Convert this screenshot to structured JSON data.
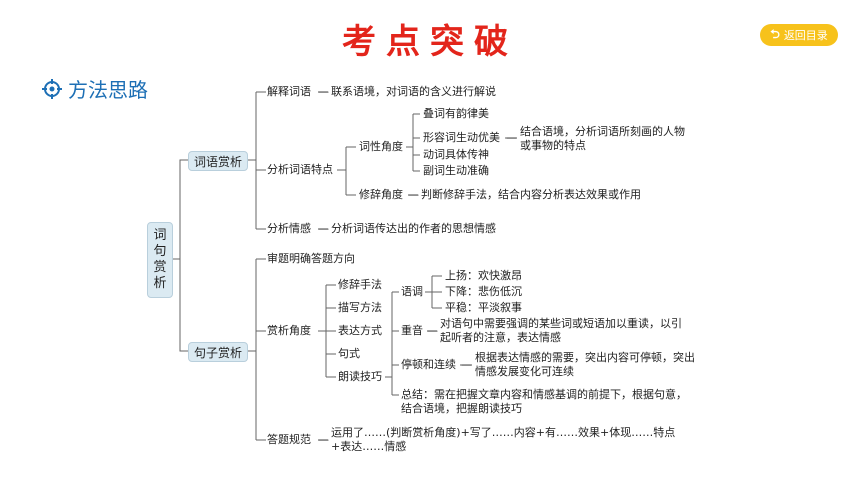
{
  "header": {
    "title": "考点突破",
    "back_button": "返回目录",
    "section_title": "方法思路"
  },
  "colors": {
    "title": "#e3251b",
    "back_button": "#f7c21b",
    "section": "#1d6fb5",
    "box": "#dbeaf2"
  },
  "icons": {
    "back": "return-arrow-icon",
    "section": "crosshair-target-icon"
  },
  "diagram": {
    "root": [
      "词",
      "句",
      "赏",
      "析"
    ],
    "word": {
      "label": "词语赏析",
      "explain": "解释词语",
      "explain_desc": "联系语境，对词语的含义进行解说",
      "features": "分析词语特点",
      "pos": "词性角度",
      "pos_items": [
        "叠词有韵律美",
        "形容词生动优美",
        "动词具体传神",
        "副词生动准确"
      ],
      "adj_desc": "结合语境，分析词语所刻画的人物或事物的特点",
      "rhetoric": "修辞角度",
      "rhetoric_desc": "判断修辞手法，结合内容分析表达效果或作用",
      "emotion": "分析情感",
      "emotion_desc": "分析词语传达出的作者的思想情感"
    },
    "sentence": {
      "label": "句子赏析",
      "question": "审题明确答题方向",
      "angle": "赏析角度",
      "angle_items": [
        "修辞手法",
        "描写方法",
        "表达方式",
        "句式",
        "朗读技巧"
      ],
      "tone": "语调",
      "tone_items": [
        "上扬：欢快激昂",
        "下降：悲伤低沉",
        "平稳：平淡叙事"
      ],
      "stress": "重音",
      "stress_desc": "对语句中需要强调的某些词或短语加以重读，以引起听者的注意，表达情感",
      "pause": "停顿和连续",
      "pause_desc": "根据表达情感的需要，突出内容可停顿，突出情感发展变化可连续",
      "summary": "总结：需在把握文章内容和情感基调的前提下，根据句意，结合语境，把握朗读技巧",
      "norm": "答题规范",
      "norm_desc": "运用了……(判断赏析角度)+写了……内容+有……效果+体现……特点+表达……情感"
    }
  }
}
